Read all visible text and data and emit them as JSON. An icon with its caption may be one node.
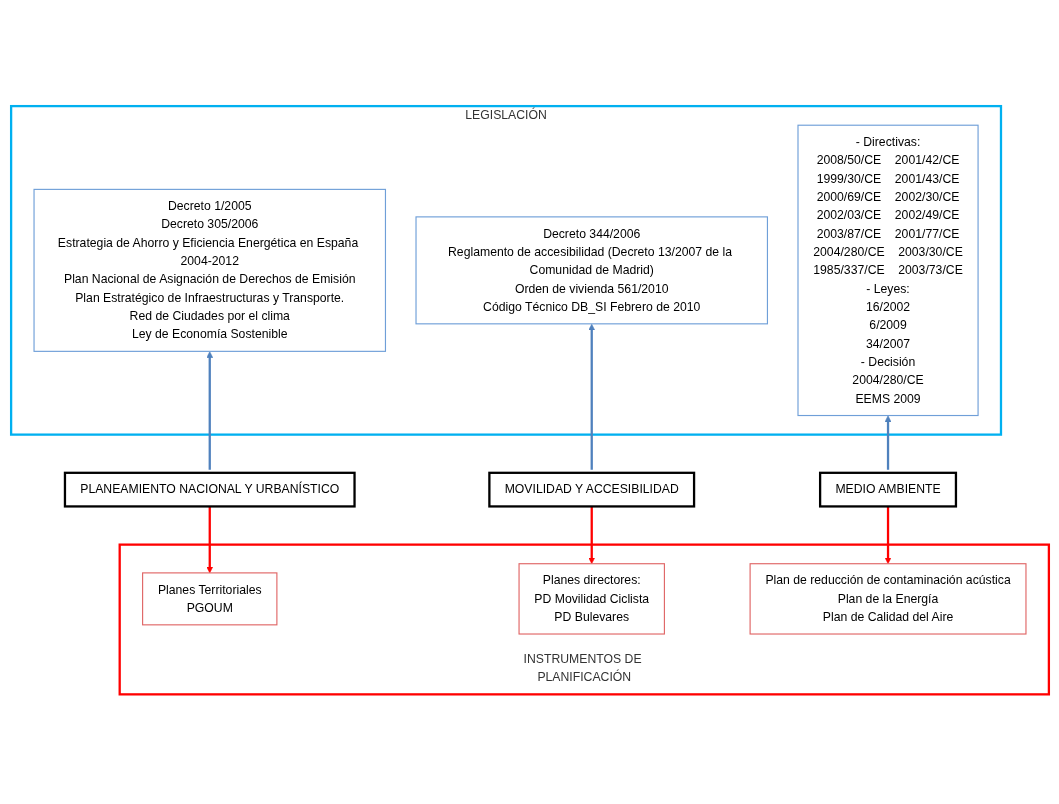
{
  "diagram": {
    "nodes": [
      {
        "text": [
          "LEGISLACIÓN"
        ]
      },
      {
        "text": [
          "Decreto 1/2005",
          "Decreto 305/2006",
          "Estrategia de Ahorro y Eficiencia Energética en España 2004-2012",
          "Plan Nacional de Asignación de Derechos de Emisión",
          "Plan Estratégico de Infraestructuras y Transporte.",
          "Red de Ciudades por el clima",
          "Ley de Economía Sostenible"
        ],
        "in": 0
      },
      {
        "text": [
          "Decreto 344/2006",
          "Reglamento de accesibilidad (Decreto 13/2007 de la Comunidad de Madrid)",
          "Orden de vivienda 561/2010",
          "Código Técnico DB_SI Febrero de 2010"
        ],
        "in": 0
      },
      {
        "text": [
          "- Directivas:",
          "2008/50/CE",
          "2001/42/CE",
          "1999/30/CE",
          "2001/43/CE",
          "2000/69/CE",
          "2002/30/CE",
          "2002/03/CE",
          "2002/49/CE",
          "2003/87/CE",
          "2001/77/CE",
          "2004/280/CE",
          "2003/30/CE",
          "1985/337/CE",
          "2003/73/CE",
          "- Leyes:",
          "16/2002",
          "6/2009",
          "34/2007",
          "- Decisión",
          "2004/280/CE",
          "EEMS 2009"
        ],
        "in": 0
      },
      {
        "text": [
          "PLANEAMIENTO NACIONAL Y URBANÍSTICO"
        ]
      },
      {
        "text": [
          "MOVILIDAD Y ACCESIBILIDAD"
        ]
      },
      {
        "text": [
          "MEDIO AMBIENTE"
        ]
      },
      {
        "text": [
          "INSTRUMENTOS DE PLANIFICACIÓN"
        ]
      },
      {
        "text": [
          "Planes Territoriales",
          "PGOUM"
        ],
        "in": 7
      },
      {
        "text": [
          "Planes directores:",
          "PD Movilidad Ciclista",
          "PD Bulevares"
        ],
        "in": 7
      },
      {
        "text": [
          "Plan de reducción de contaminación acústica",
          "Plan de la Energía",
          "Plan de Calidad del Aire"
        ],
        "in": 7
      }
    ],
    "edges": [
      {
        "from": 4,
        "to": 1,
        "arrow": "to",
        "color": "#4f81bd"
      },
      {
        "from": 5,
        "to": 2,
        "arrow": "to",
        "color": "#4f81bd"
      },
      {
        "from": 6,
        "to": 3,
        "arrow": "to",
        "color": "#4f81bd"
      },
      {
        "from": 4,
        "to": 8,
        "arrow": "to",
        "color": "#ff0000"
      },
      {
        "from": 5,
        "to": 9,
        "arrow": "to",
        "color": "#ff0000"
      },
      {
        "from": 6,
        "to": 10,
        "arrow": "to",
        "color": "#ff0000"
      }
    ]
  }
}
